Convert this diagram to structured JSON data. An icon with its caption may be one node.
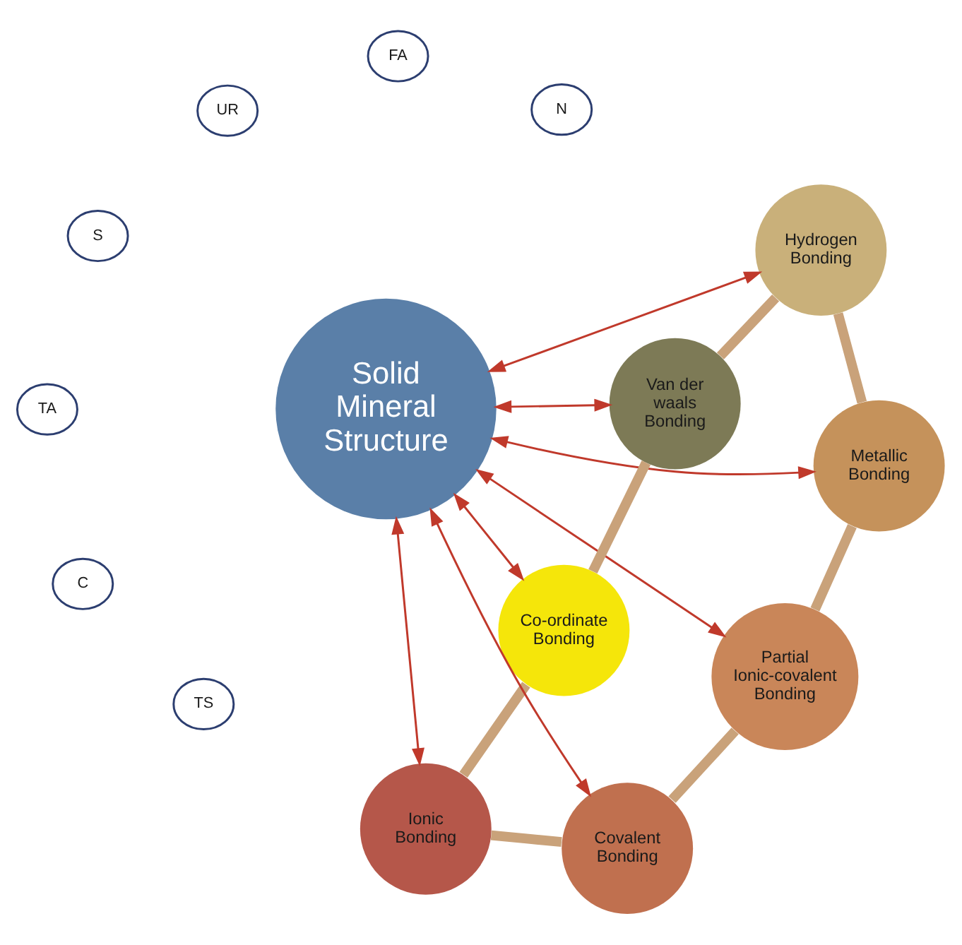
{
  "diagram": {
    "nodes": [
      {
        "text": [
          "Ionic Bonding"
        ]
      },
      {
        "text": [
          "Co-ordinate Bonding"
        ]
      },
      {
        "text": [
          "Covalent Bonding"
        ]
      },
      {
        "text": [
          "UR"
        ]
      },
      {
        "text": [
          "FA"
        ]
      },
      {
        "text": [
          "S"
        ]
      },
      {
        "text": [
          "C"
        ]
      },
      {
        "text": [
          "Solid Mineral Structure"
        ]
      },
      {
        "text": [
          "Van der waals Bonding"
        ]
      },
      {
        "text": [
          "Partial Ionic-covalent Bonding"
        ]
      },
      {
        "text": [
          "TS"
        ]
      },
      {
        "text": [
          "TA"
        ]
      },
      {
        "text": [
          "N"
        ]
      },
      {
        "text": [
          "Hydrogen Bonding"
        ]
      },
      {
        "text": [
          "Metallic Bonding"
        ]
      }
    ],
    "edges": [
      {
        "from": 7,
        "to": 0,
        "arrow": "both",
        "color": "#c0392b"
      },
      {
        "from": 7,
        "to": 2,
        "arrow": "both",
        "color": "#c0392b"
      },
      {
        "from": 7,
        "to": 9,
        "arrow": "both",
        "color": "#c0392b"
      },
      {
        "from": 7,
        "to": 14,
        "arrow": "both",
        "color": "#c0392b"
      },
      {
        "from": 7,
        "to": 13,
        "arrow": "both",
        "color": "#c0392b"
      },
      {
        "from": 7,
        "to": 8,
        "arrow": "both",
        "color": "#c0392b"
      },
      {
        "from": 7,
        "to": 1,
        "arrow": "both",
        "color": "#c0392b"
      },
      {
        "from": 0,
        "to": 2,
        "arrow": "none",
        "style": "thick",
        "color": "#c9a27a"
      },
      {
        "from": 2,
        "to": 9,
        "arrow": "none",
        "style": "thick",
        "color": "#c9a27a"
      },
      {
        "from": 9,
        "to": 14,
        "arrow": "none",
        "style": "thick",
        "color": "#c9a27a"
      },
      {
        "from": 14,
        "to": 13,
        "arrow": "none",
        "style": "thick",
        "color": "#c9a27a"
      },
      {
        "from": 13,
        "to": 8,
        "arrow": "none",
        "style": "thick",
        "color": "#c9a27a"
      },
      {
        "from": 8,
        "to": 1,
        "arrow": "none",
        "style": "thick",
        "color": "#c9a27a"
      },
      {
        "from": 1,
        "to": 0,
        "arrow": "none",
        "style": "thick",
        "color": "#c9a27a"
      }
    ]
  }
}
